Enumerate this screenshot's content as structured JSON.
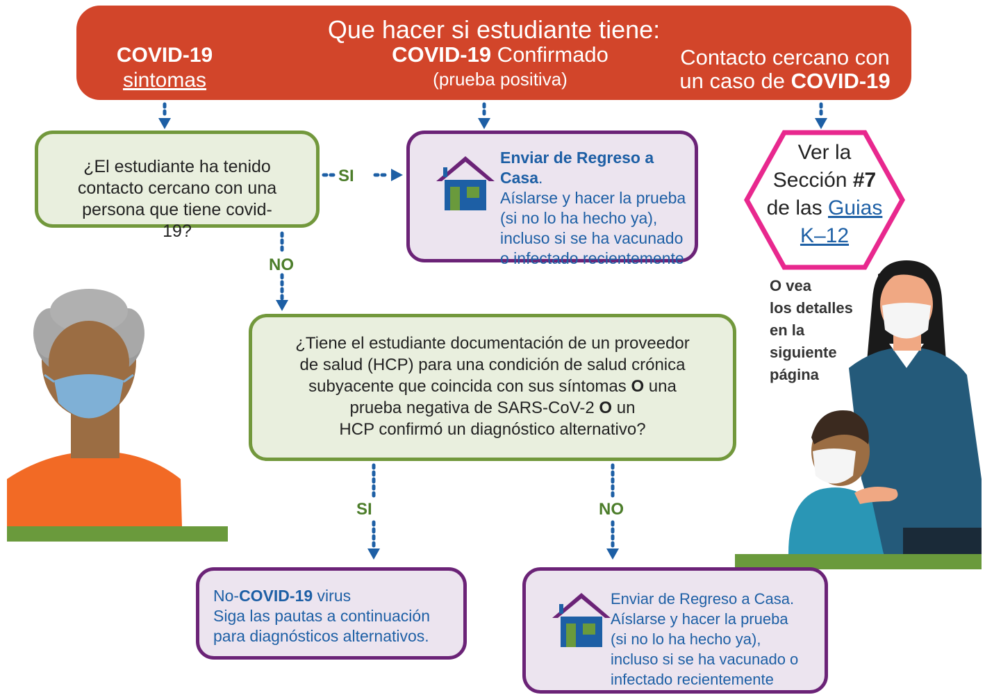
{
  "banner": {
    "title": "Que hacer si estudiante tiene:",
    "col1_bold": "COVID-19",
    "col1_link": "sintomas",
    "col2_bold": "COVID-19",
    "col2_rest": " Confirmado",
    "col2_sub": "(prueba positiva)",
    "col3_line1": "Contacto cercano con",
    "col3_line2_pre": "un caso de ",
    "col3_line2_bold": "COVID-19"
  },
  "q1": {
    "text": "¿El estudiante ha tenido contacto cercano con una persona que tiene covid-19?"
  },
  "q2": {
    "line1": "¿Tiene el estudiante documentación de un proveedor",
    "line2": "de salud (HCP) para una condición de salud crónica",
    "line3_pre": "subyacente que coincida con sus síntomas ",
    "line3_bold": "O",
    "line3_post": " una",
    "line4_pre": "prueba negativa de SARS-CoV-2 ",
    "line4_bold": "O",
    "line4_post": " un",
    "line5": "HCP confirmó un diagnóstico alternativo?"
  },
  "labels": {
    "si_1": "SI",
    "no_1": "NO",
    "si_2": "SI",
    "no_2": "NO"
  },
  "send_home_top": {
    "title": "Enviar de Regreso a Casa",
    "title_period": ".",
    "lines": [
      "Aíslarse y hacer la prueba",
      "(si no lo ha hecho ya),",
      "incluso si se ha vacunado",
      "o infectado recientemente"
    ]
  },
  "send_home_bottom": {
    "lines": [
      "Enviar de Regreso a Casa.",
      "Aíslarse y hacer la prueba",
      "(si no lo ha hecho ya),",
      "incluso si se ha vacunado o",
      "infectado recientemente"
    ]
  },
  "non_covid": {
    "pre": "No-",
    "bold": "COVID-19",
    "post": " virus",
    "line2": "Siga las pautas a continuación",
    "line3": "para diagnósticos alternativos."
  },
  "hexagon": {
    "line1": "Ver la",
    "line2_pre": "Sección ",
    "line2_bold": "#7",
    "line3_pre": "de las ",
    "line3_link": "Guias",
    "line4_link": "K–12"
  },
  "side_note": [
    "O vea",
    "los detalles",
    "en la",
    "siguiente",
    "página"
  ],
  "colors": {
    "banner": "#d2452a",
    "green_border": "#72983c",
    "green_fill": "#e9efde",
    "purple_border": "#6b2377",
    "purple_fill": "#ece4ef",
    "pink": "#e8288e",
    "arrow_blue": "#1d5fa5",
    "label_green": "#4c7d2a"
  }
}
